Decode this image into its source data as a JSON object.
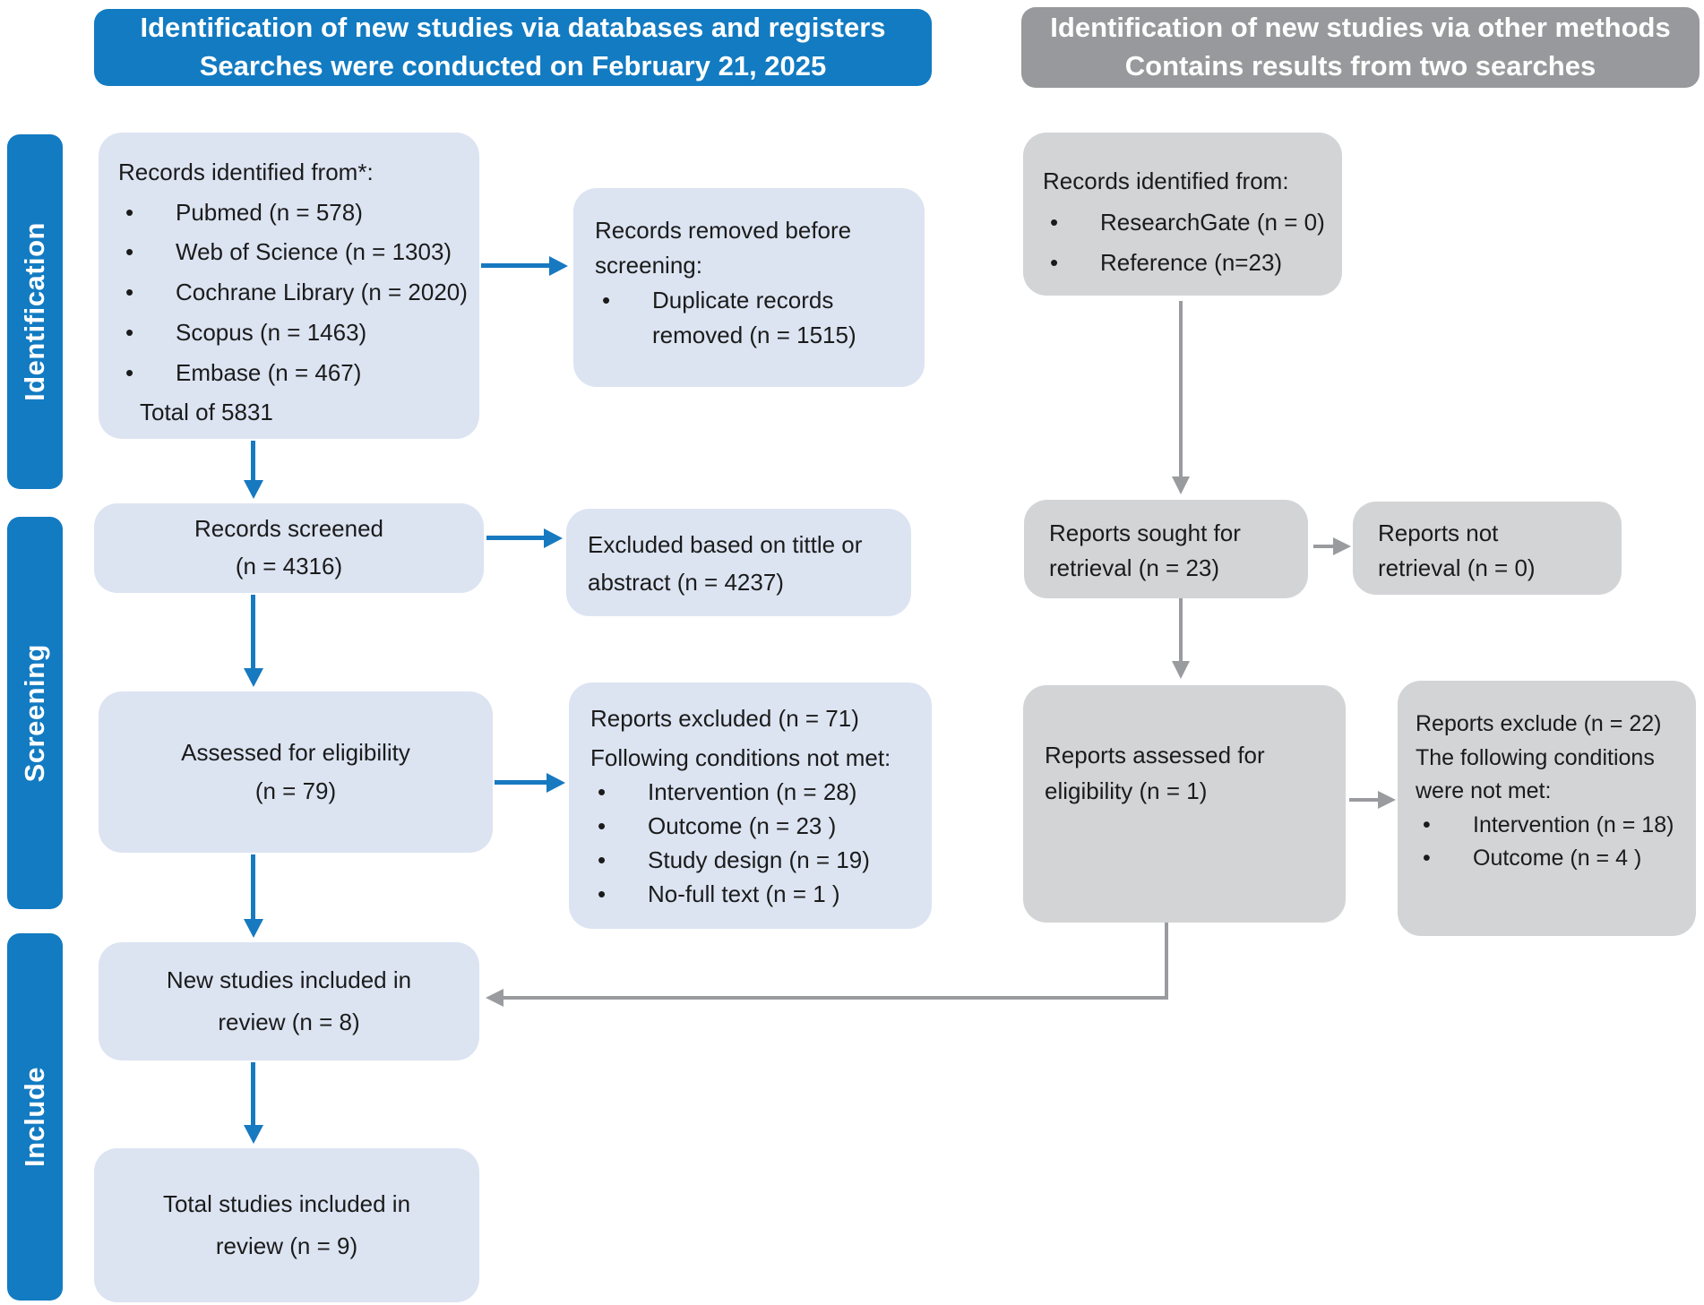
{
  "colors": {
    "blue": "#127bc2",
    "light_blue_box": "#dce4f2",
    "gray_header": "#98999c",
    "gray_box": "#d3d4d6",
    "gray_arrow": "#9a9b9e",
    "blue_arrow": "#1779c0",
    "text": "#1b1b1b"
  },
  "headers": {
    "databases": {
      "line1": "Identification of new studies via databases and registers",
      "line2": "Searches were conducted on February 21, 2025"
    },
    "other_methods": {
      "line1": "Identification of new studies via other methods",
      "line2": "Contains results from two searches"
    }
  },
  "sidebar": {
    "identification": "Identification",
    "screening": "Screening",
    "include": "Include"
  },
  "left_column": {
    "records_identified": {
      "title": "Records identified from*:",
      "items": [
        "Pubmed (n = 578)",
        "Web of Science (n = 1303)",
        "Cochrane Library (n = 2020)",
        "Scopus (n = 1463)",
        "Embase (n = 467)"
      ],
      "total": "Total of 5831"
    },
    "records_removed": {
      "title_line1": "Records removed before",
      "title_line2": "screening:",
      "items": [
        "Duplicate records removed (n = 1515)"
      ]
    },
    "records_screened": {
      "line1": "Records screened",
      "line2": "(n = 4316)"
    },
    "excluded_title_abstract": {
      "line1": "Excluded based on tittle or",
      "line2": "abstract (n = 4237)"
    },
    "assessed_eligibility": {
      "line1": "Assessed for eligibility",
      "line2": "(n = 79)"
    },
    "reports_excluded": {
      "title": "Reports excluded (n = 71)",
      "subtitle": "Following conditions not met:",
      "items": [
        "Intervention (n = 28)",
        "Outcome (n = 23 )",
        "Study design (n = 19)",
        "No-full text (n = 1 )"
      ]
    },
    "new_studies": {
      "line1": "New studies included in",
      "line2": "review (n = 8)"
    },
    "total_studies": {
      "line1": "Total studies included in",
      "line2": "review (n = 9)"
    }
  },
  "right_column": {
    "records_identified": {
      "title": "Records identified from:",
      "items": [
        "ResearchGate (n = 0)",
        "Reference (n=23)"
      ]
    },
    "reports_sought": {
      "line1": "Reports sought for",
      "line2": "retrieval (n = 23)"
    },
    "reports_not_retrieved": {
      "line1": "Reports not",
      "line2": "retrieval (n = 0)"
    },
    "reports_assessed": {
      "line1": "Reports assessed for",
      "line2": "eligibility (n = 1)"
    },
    "reports_excluded": {
      "title": "Reports exclude  (n = 22)",
      "subtitle_line1": "The following conditions",
      "subtitle_line2": "were not met:",
      "items": [
        "Intervention (n = 18)",
        "Outcome (n = 4 )"
      ]
    }
  }
}
